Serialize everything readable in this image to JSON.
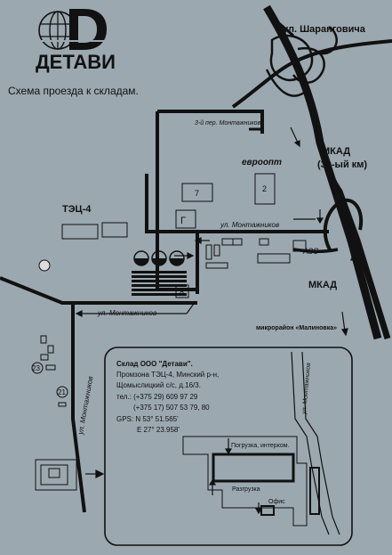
{
  "logo": {
    "brand": "ДЕТАВИ"
  },
  "title": "Схема проезда к складам.",
  "streets": {
    "sharangovicha": "ул. Шаранговича",
    "third_lane": "3-й пер. Монтажников",
    "montazhnikov_main": "ул. Монтажников",
    "montazhnikov_lower": "ул. Монтажников",
    "montazhnikov_vertical": "ул. Монтажников",
    "montazhnikov_inset": "ул. Монтажников"
  },
  "labels": {
    "mkad_top_line1": "МКАД",
    "mkad_top_line2": "(30-ый км)",
    "mkad_bottom": "МКАД",
    "azs": "АЗС",
    "tec": "ТЭЦ-4",
    "evroopt": "евроопт",
    "malinovka": "микрорайон «Малиновка»"
  },
  "buildings": {
    "b7": "7",
    "b2": "2",
    "g": "Г",
    "b8": "8",
    "b23": "23",
    "b21": "21"
  },
  "inset": {
    "company": "Склад ООО \"Детави\".",
    "address_line1": "Промзона ТЭЦ-4, Минский р-н,",
    "address_line2": "Щомыслицкий с/с, д.16/3.",
    "phone_line1": "тел.: (+375 29) 609 97 29",
    "phone_line2": "(+375 17) 507 53 79, 80",
    "gps_line1": "GPS:  N 53° 51.565'",
    "gps_line2": "E 27° 23.958'",
    "loading": "Погрузка, интерком.",
    "unloading": "Разгрузка",
    "office": "Офис"
  }
}
